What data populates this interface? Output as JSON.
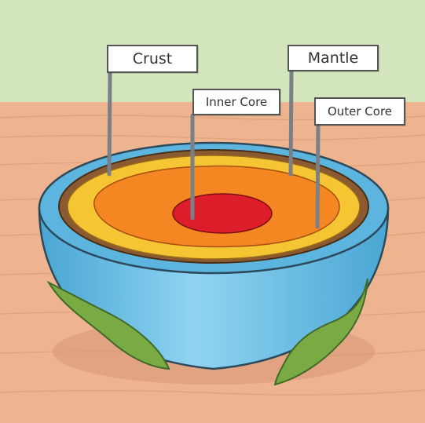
{
  "labels": {
    "crust": "Crust",
    "mantle": "Mantle",
    "inner_core": "Inner Core",
    "outer_core": "Outer Core"
  },
  "colors": {
    "sky": "#d3e6bd",
    "table": "#eeb48f",
    "ocean": "#5cb5de",
    "crust": "#8a5a31",
    "outer_core_ring": "#f5c534",
    "mantle": "#f58722",
    "inner_core": "#dc1e2a",
    "land": "#7aaa43",
    "flag_pole": "#7b7f86"
  }
}
